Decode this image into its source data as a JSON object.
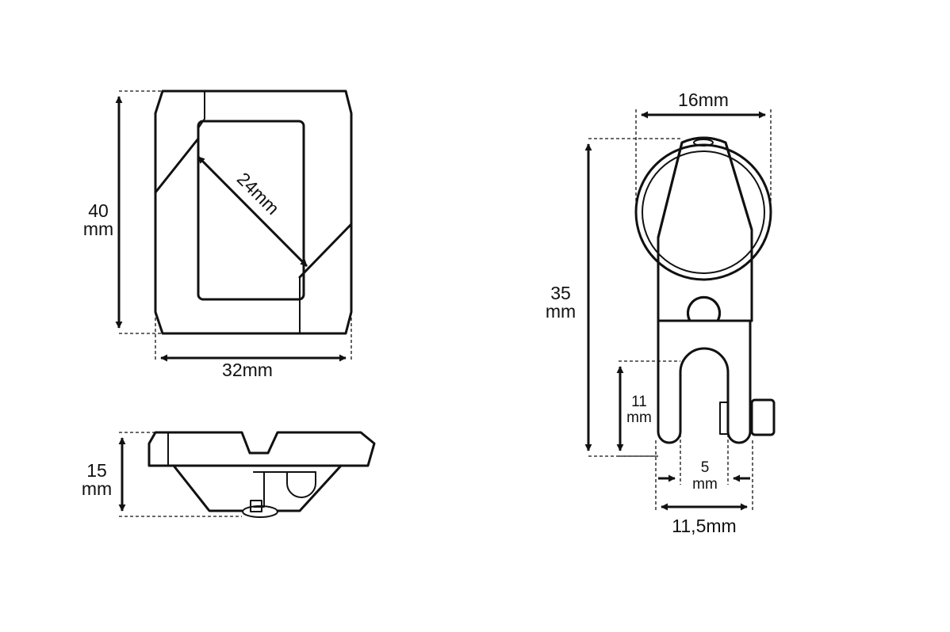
{
  "dimensions": {
    "buckle_height": {
      "value": "40",
      "unit": "mm"
    },
    "buckle_width": "32mm",
    "buckle_opening": "24mm",
    "buckle_thickness": {
      "value": "15",
      "unit": "mm"
    },
    "slider_width": "16mm",
    "slider_height": {
      "value": "35",
      "unit": "mm"
    },
    "slot_depth": {
      "value": "11",
      "unit": "mm"
    },
    "slot_width": {
      "value": "5",
      "unit": "mm"
    },
    "jaw_width": "11,5mm"
  }
}
